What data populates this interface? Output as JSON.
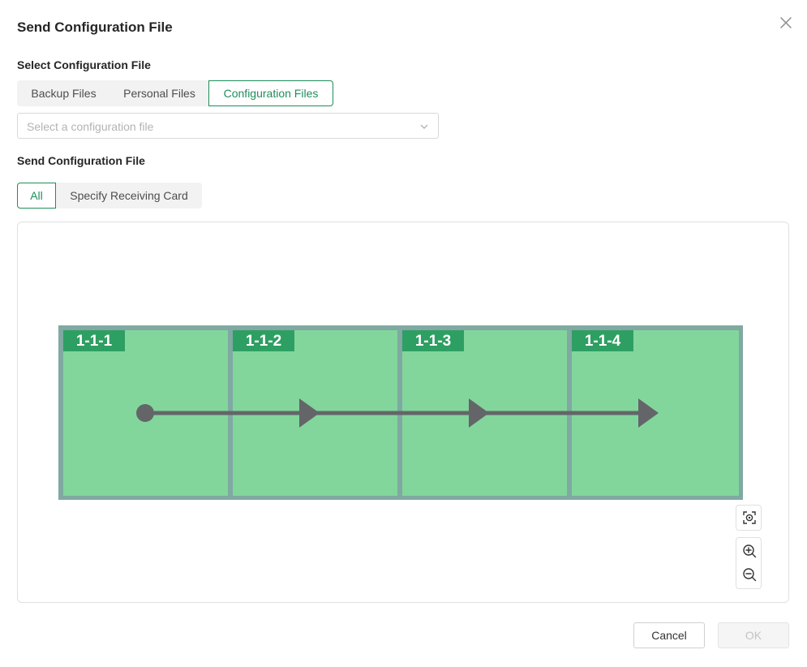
{
  "dialog": {
    "title": "Send Configuration File"
  },
  "select_section": {
    "label": "Select Configuration File",
    "tabs": [
      {
        "label": "Backup Files",
        "active": false
      },
      {
        "label": "Personal Files",
        "active": false
      },
      {
        "label": "Configuration Files",
        "active": true
      }
    ],
    "dropdown": {
      "placeholder": "Select a configuration file",
      "value": ""
    }
  },
  "send_section": {
    "label": "Send Configuration File",
    "tabs": [
      {
        "label": "All",
        "active": true
      },
      {
        "label": "Specify Receiving Card",
        "active": false
      }
    ]
  },
  "cabinet_map": {
    "cards": [
      "1-1-1",
      "1-1-2",
      "1-1-3",
      "1-1-4"
    ],
    "colors": {
      "fill": "#82d69b",
      "border": "#7fa9a2",
      "label_bg": "#2e9f62",
      "label_text": "#ffffff",
      "arrow": "#646569"
    }
  },
  "tools": {
    "locate": "locate-icon",
    "zoom_in": "zoom-in-icon",
    "zoom_out": "zoom-out-icon"
  },
  "footer": {
    "cancel_label": "Cancel",
    "ok_label": "OK",
    "ok_disabled": true
  },
  "colors": {
    "accent": "#1e8e5a",
    "tab_bg": "#f2f2f2"
  }
}
